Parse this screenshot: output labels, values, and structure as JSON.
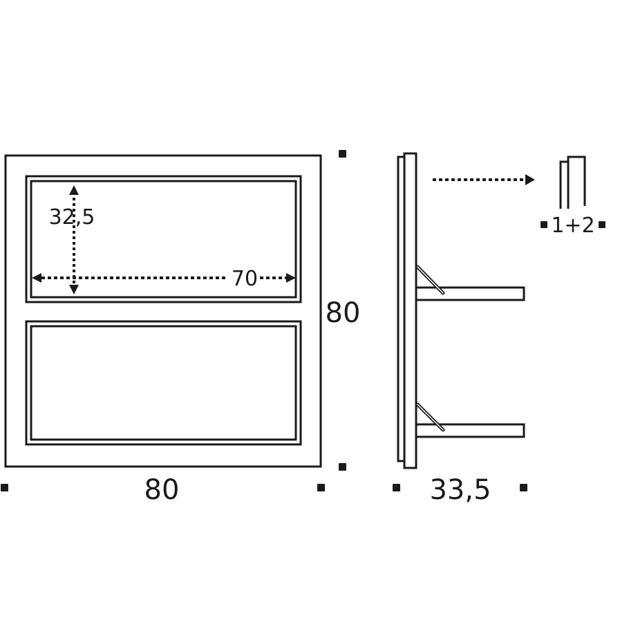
{
  "diagram": {
    "type": "technical-dimension-drawing",
    "subject": "wall shelf unit with two fold-down shelves",
    "front_view": {
      "width_label": "80",
      "height_label": "80",
      "compartments": 2,
      "inner_width_label": "70",
      "inner_height_label": "32,5"
    },
    "side_view": {
      "depth_label": "33,5",
      "shelves": 2
    },
    "detail": {
      "label": "1+2"
    },
    "colors": {
      "line": "#1a1a1a",
      "background": "#ffffff"
    }
  }
}
